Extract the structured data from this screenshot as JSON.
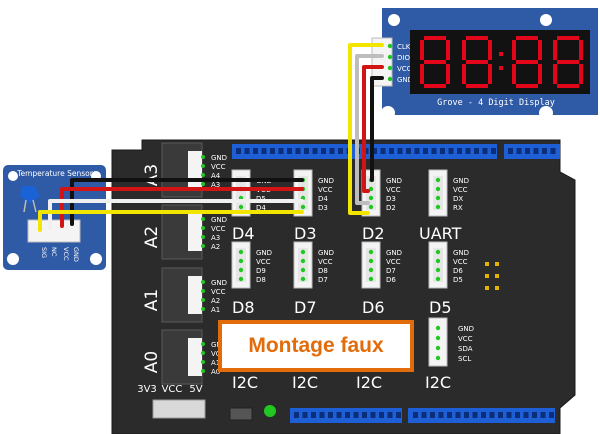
{
  "colors": {
    "board": "#2b2b2b",
    "module_blue": "#2f5aa6",
    "header_blue": "#1f5fd6",
    "connector_white": "#f4f4f4",
    "wire_yellow": "#f2e600",
    "wire_white": "#f0f0f0",
    "wire_red": "#d21414",
    "wire_black": "#111111",
    "wire_gray": "#bdbdbd",
    "led_red": "#e3061b",
    "note": "#e36c0a"
  },
  "display_module": {
    "name": "Grove - 4 Digit Display",
    "pins": [
      "CLK",
      "DIO",
      "VCC",
      "GND"
    ]
  },
  "sensor_module": {
    "name": "Temperature Sensor",
    "pins": [
      "SIG",
      "NC",
      "VCC",
      "GND"
    ]
  },
  "shield": {
    "analog_ports": [
      {
        "label": "A3",
        "pins": [
          "GND",
          "VCC",
          "A4",
          "A3"
        ]
      },
      {
        "label": "A2",
        "pins": [
          "GND",
          "VCC",
          "A3",
          "A2"
        ]
      },
      {
        "label": "A1",
        "pins": [
          "GND",
          "VCC",
          "A2",
          "A1"
        ]
      },
      {
        "label": "A0",
        "pins": [
          "GND",
          "VCC",
          "A1",
          "A0"
        ]
      }
    ],
    "digital_ports": [
      {
        "label": "D4",
        "pins": [
          "GND",
          "VCC",
          "D5",
          "D4"
        ]
      },
      {
        "label": "D3",
        "pins": [
          "GND",
          "VCC",
          "D4",
          "D3"
        ]
      },
      {
        "label": "D2",
        "pins": [
          "GND",
          "VCC",
          "D3",
          "D2"
        ]
      },
      {
        "label": "UART",
        "pins": [
          "GND",
          "VCC",
          "DX",
          "RX"
        ]
      },
      {
        "label": "D8",
        "pins": [
          "GND",
          "VCC",
          "D9",
          "D8"
        ]
      },
      {
        "label": "D7",
        "pins": [
          "GND",
          "VCC",
          "D8",
          "D7"
        ]
      },
      {
        "label": "D6",
        "pins": [
          "GND",
          "VCC",
          "D7",
          "D6"
        ]
      },
      {
        "label": "D5",
        "pins": [
          "GND",
          "VCC",
          "D6",
          "D5"
        ]
      }
    ],
    "i2c_port": {
      "pins": [
        "GND",
        "VCC",
        "SDA",
        "SCL"
      ]
    },
    "i2c_labels": [
      "I2C",
      "I2C",
      "I2C",
      "I2C"
    ],
    "power_labels": [
      "3V3",
      "VCC",
      "5V"
    ]
  },
  "note": "Montage faux"
}
